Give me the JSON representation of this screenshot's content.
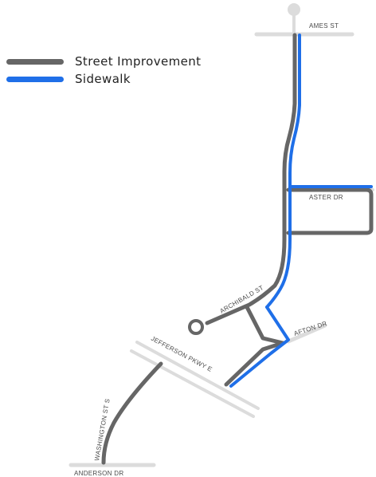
{
  "legend": {
    "items": [
      {
        "label": "Street Improvement",
        "color": "#666666"
      },
      {
        "label": "Sidewalk",
        "color": "#1f6fe8"
      }
    ]
  },
  "streets": {
    "ames": "AMES ST",
    "aster": "ASTER DR",
    "archibald": "ARCHIBALD ST",
    "afton": "AFTON DR",
    "jefferson": "JEFFERSON PKWY E",
    "washington": "WASHINGTON ST S",
    "anderson": "ANDERSON DR"
  },
  "colors": {
    "street_improvement": "#666666",
    "sidewalk": "#1f6fe8",
    "base_road": "#dcdcdc"
  }
}
